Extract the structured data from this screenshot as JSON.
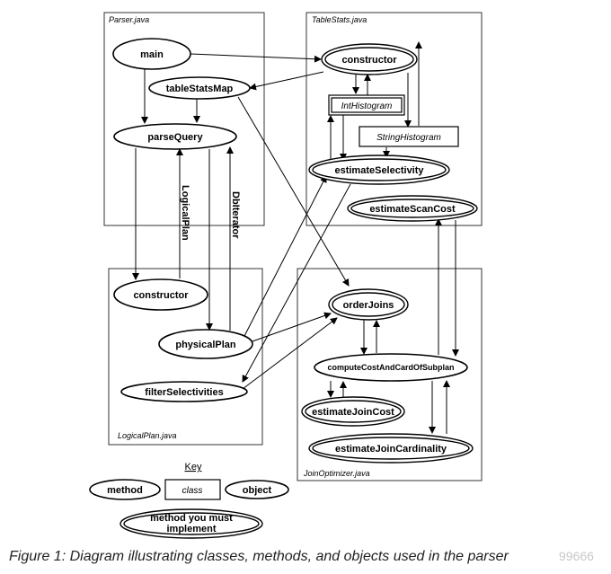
{
  "files": {
    "parser": "Parser.java",
    "tablestats": "TableStats.java",
    "logicalplan": "LogicalPlan.java",
    "joinoptimizer": "JoinOptimizer.java"
  },
  "nodes": {
    "parser_main": "main",
    "parser_tablestatsmap": "tableStatsMap",
    "parser_parsequery": "parseQuery",
    "ts_constructor": "constructor",
    "ts_inthistogram": "IntHistogram",
    "ts_stringhistogram": "StringHistogram",
    "ts_estimateselectivity": "estimateSelectivity",
    "ts_estimatescancost": "estimateScanCost",
    "lp_constructor": "constructor",
    "lp_physicalplan": "physicalPlan",
    "lp_filterselectivities": "filterSelectivities",
    "jo_orderjoins": "orderJoins",
    "jo_computecost": "computeCostAndCardOfSubplan",
    "jo_estimatejoincost": "estimateJoinCost",
    "jo_estimatejoincardinality": "estimateJoinCardinality"
  },
  "edge_labels": {
    "logicalplan": "LogicalPlan",
    "dbiterator": "DbIterator"
  },
  "key": {
    "title": "Key",
    "method": "method",
    "class": "class",
    "object": "object",
    "implement_line1": "method you must",
    "implement_line2": "implement"
  },
  "caption": "Figure 1: Diagram illustrating classes, methods, and objects used in the parser",
  "watermark": "99666"
}
